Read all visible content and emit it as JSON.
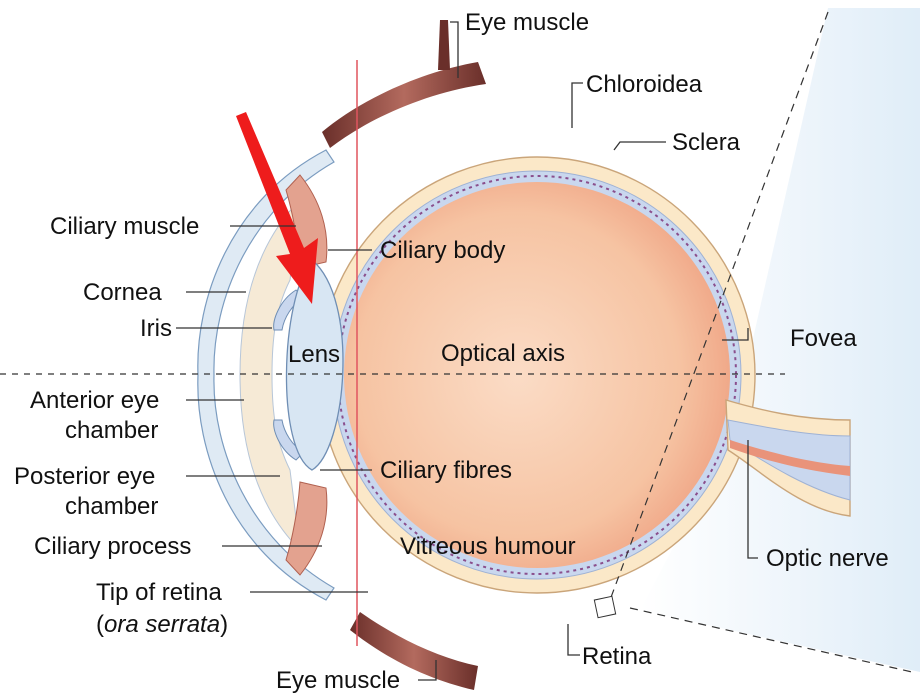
{
  "labels": {
    "eye_muscle_top": "Eye muscle",
    "chloroidea": "Chloroidea",
    "sclera": "Sclera",
    "ciliary_muscle": "Ciliary muscle",
    "ciliary_body": "Ciliary body",
    "cornea": "Cornea",
    "iris": "Iris",
    "lens": "Lens",
    "optical_axis": "Optical axis",
    "fovea": "Fovea",
    "anterior_1": "Anterior eye",
    "anterior_2": "chamber",
    "posterior_1": "Posterior eye",
    "posterior_2": "chamber",
    "ciliary_fibres": "Ciliary fibres",
    "ciliary_process": "Ciliary process",
    "vitreous_humour": "Vitreous humour",
    "optic_nerve": "Optic nerve",
    "tip_of_retina": "Tip of retina",
    "ora_open": "(",
    "ora_serrata": "ora serrata",
    "ora_close": ")",
    "retina": "Retina",
    "eye_muscle_bottom": "Eye muscle"
  },
  "colors": {
    "vitreous": "#f7c7a6",
    "sclera": "#fbe8c8",
    "choroid": "#c9d7ee",
    "lens": "#d8e6f3",
    "muscle": "#7a3b35",
    "arrow": "#ee1c1c",
    "visual_field": "#e9f3fb",
    "red_line": "#e0555f"
  }
}
